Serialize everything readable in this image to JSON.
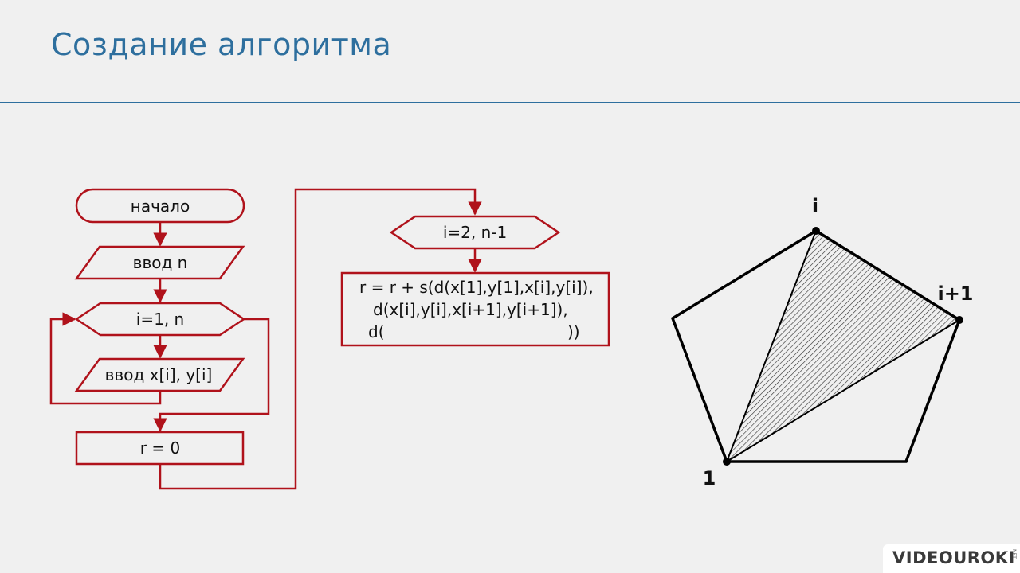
{
  "title": "Создание алгоритма",
  "colors": {
    "title": "#2e6f9e",
    "flowchart_stroke": "#b0121b",
    "polygon_stroke": "#000000",
    "background": "#f0f0f0"
  },
  "flowchart": {
    "start": "начало",
    "input_n": "ввод n",
    "loop1": "i=1, n",
    "input_xy": "ввод x[i], y[i]",
    "init_r": "r = 0",
    "loop2": "i=2, n-1",
    "formula": {
      "line1": "r = r + s(d(x[1],y[1],x[i],y[i]),",
      "line2": "d(x[i],y[i],x[i+1],y[i+1]),",
      "line3_start": "d(",
      "line3_end": "))"
    }
  },
  "polygon": {
    "label_top": "i",
    "label_right": "i+1",
    "label_bottom": "1"
  },
  "logo": {
    "text": "VIDEOUROKI",
    "suffix": "NET"
  }
}
